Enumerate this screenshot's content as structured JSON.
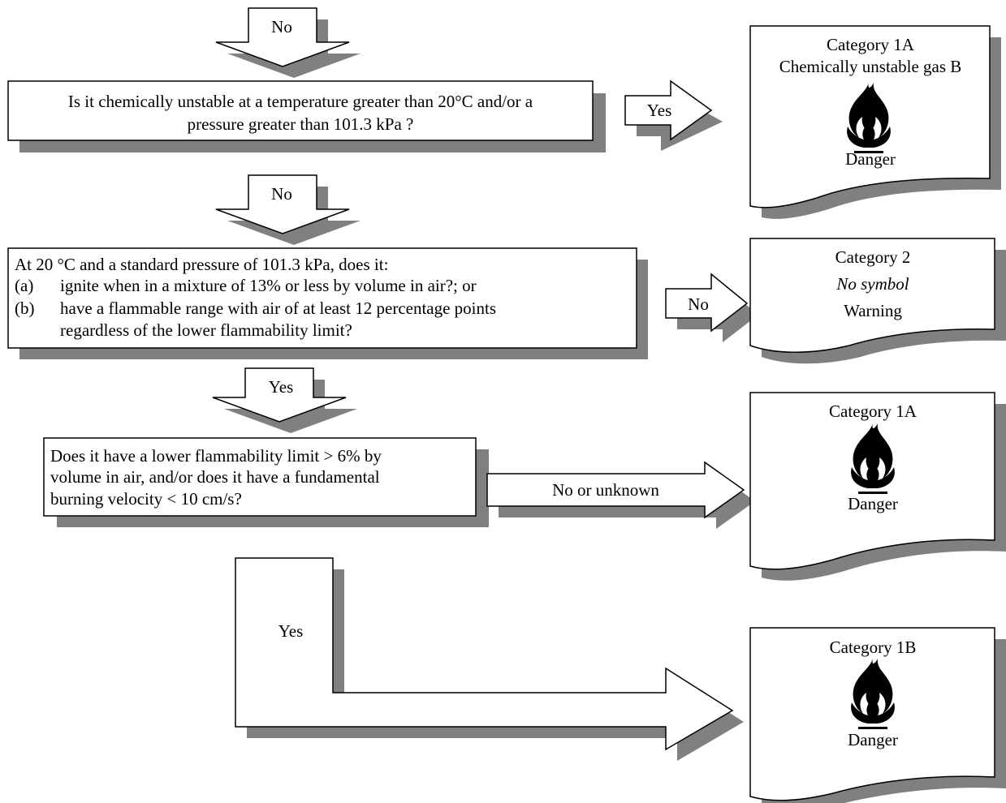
{
  "colors": {
    "line": "#000000",
    "fill": "#ffffff",
    "shadow": "#808080"
  },
  "arrows": {
    "top_no": "No",
    "q1_no": "No",
    "q1_yes": "Yes",
    "q2_no": "No",
    "q2_yes": "Yes",
    "q3_no": "No or unknown",
    "q3_yes": "Yes"
  },
  "questions": {
    "q1": {
      "line1": "Is it chemically unstable at a temperature greater than 20°C and/or a",
      "line2": "pressure greater than 101.3 kPa ?"
    },
    "q2": {
      "intro": "At 20 °C and a standard pressure of 101.3 kPa, does it:",
      "a_marker": "(a)",
      "a_text": "ignite when in a mixture of 13% or less by volume in air?; or",
      "b_marker": "(b)",
      "b_text_1": "have a flammable range with air of at least 12 percentage points",
      "b_text_2": "regardless of the lower flammability limit?"
    },
    "q3": {
      "line1": "Does it have a lower flammability limit > 6% by",
      "line2": "volume in air, and/or does it have a fundamental",
      "line3": "burning velocity < 10 cm/s?"
    }
  },
  "results": {
    "r1": {
      "title": "Category 1A",
      "subtitle": "Chemically unstable gas B",
      "icon": "flame-icon",
      "signal": "Danger"
    },
    "r2": {
      "title": "Category 2",
      "symbol_note": "No symbol",
      "signal": "Warning"
    },
    "r3": {
      "title": "Category 1A",
      "icon": "flame-icon",
      "signal": "Danger"
    },
    "r4": {
      "title": "Category 1B",
      "icon": "flame-icon",
      "signal": "Danger"
    }
  }
}
